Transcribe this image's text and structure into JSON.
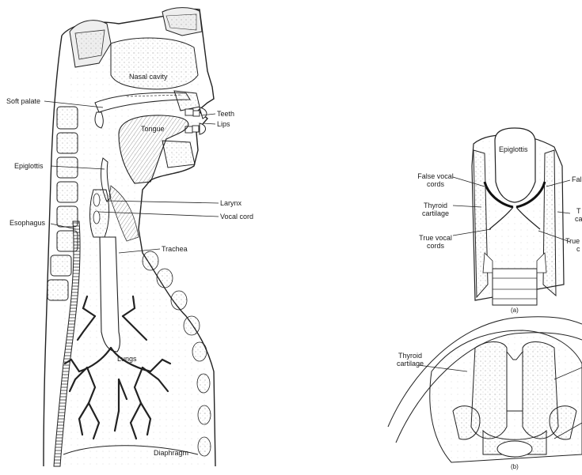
{
  "figure_left": {
    "labels": {
      "nasal_cavity": "Nasal cavity",
      "soft_palate": "Soft palate",
      "teeth": "Teeth",
      "lips": "Lips",
      "tongue": "Tongue",
      "epiglottis": "Epiglottis",
      "larynx": "Larynx",
      "vocal_cord": "Vocal cord",
      "esophagus": "Esophagus",
      "trachea": "Trachea",
      "lungs": "Lungs",
      "diaphragm": "Diaphragm"
    }
  },
  "figure_right_a": {
    "labels": {
      "epiglottis": "Epiglottis",
      "false_vocal_cords_line1": "False vocal",
      "false_vocal_cords_line2": "cords",
      "thyroid_cartilage_line1": "Thyroid",
      "thyroid_cartilage_line2": "cartilage",
      "true_vocal_cords_line1": "True vocal",
      "true_vocal_cords_line2": "cords",
      "right_false_cut": "Fal",
      "right_thyroid_cut_line1": "T",
      "right_thyroid_cut_line2": "ca",
      "right_true_cut_line1": "True",
      "right_true_cut_line2": "c",
      "caption": "(a)"
    }
  },
  "figure_right_b": {
    "labels": {
      "thyroid_cartilage_line1": "Thyroid",
      "thyroid_cartilage_line2": "cartilage",
      "caption": "(b)"
    }
  }
}
